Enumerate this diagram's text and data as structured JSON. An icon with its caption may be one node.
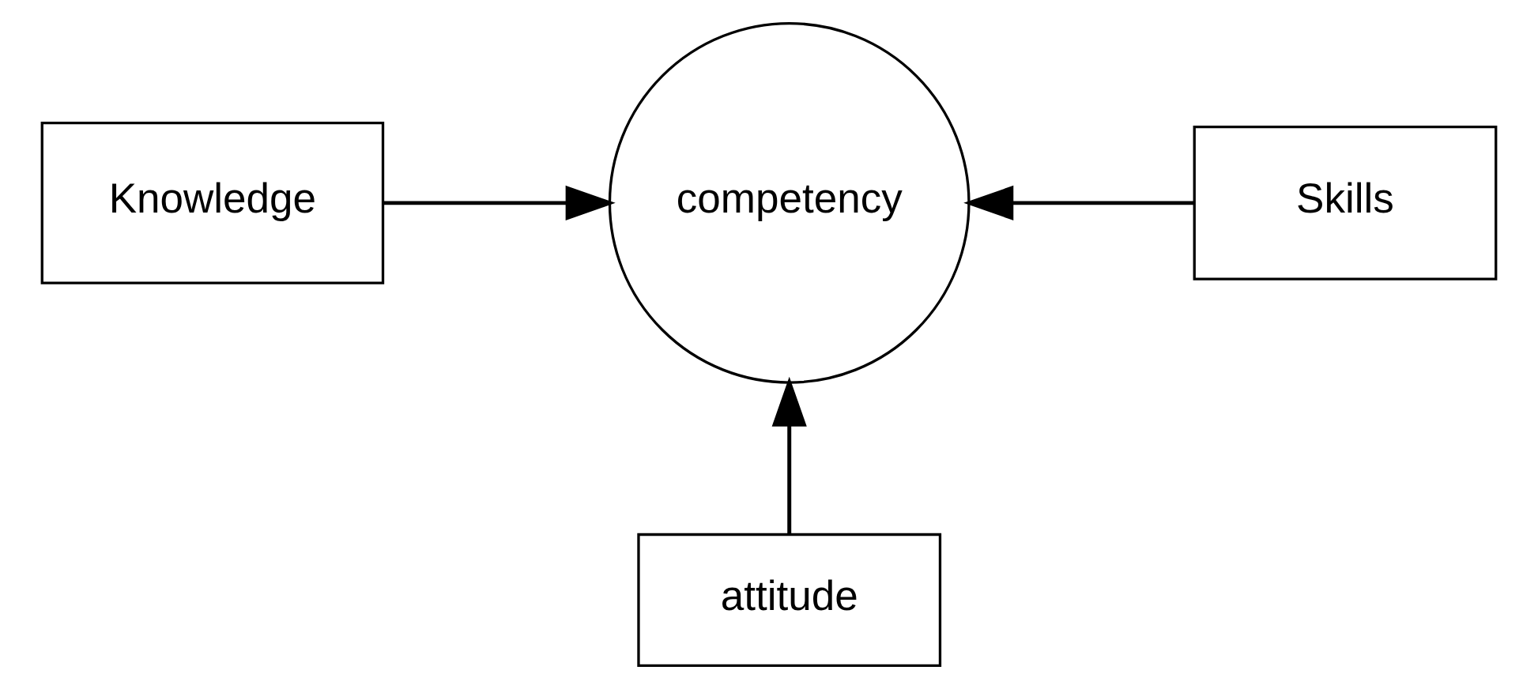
{
  "diagram": {
    "nodes": [
      {
        "text": [
          "Knowledge"
        ]
      },
      {
        "text": [
          "competency"
        ]
      },
      {
        "text": [
          "Skills"
        ]
      },
      {
        "text": [
          "attitude"
        ]
      }
    ],
    "edges": [
      {
        "from": 0,
        "to": 1,
        "arrow": "to"
      },
      {
        "from": 2,
        "to": 1,
        "arrow": "to"
      },
      {
        "from": 3,
        "to": 1,
        "arrow": "to"
      }
    ]
  }
}
